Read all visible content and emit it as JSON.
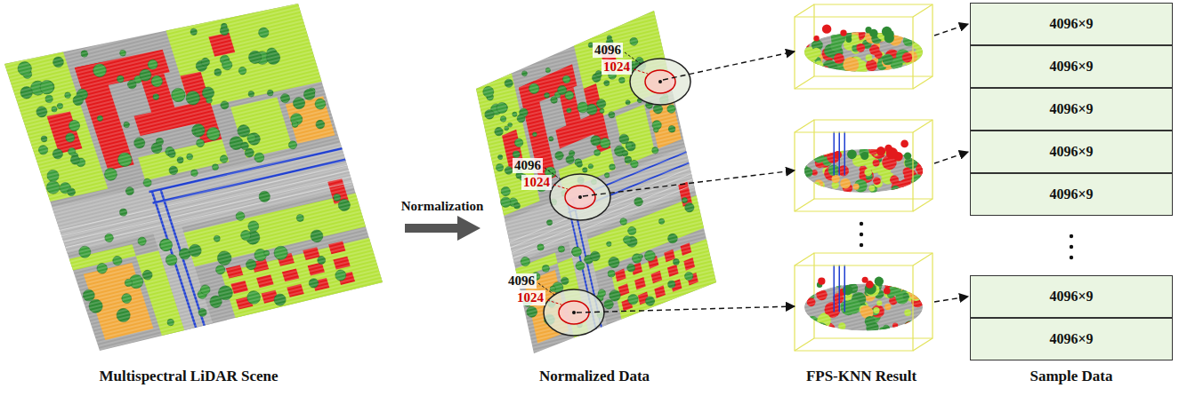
{
  "diagram": {
    "nodes": [
      {
        "text": [
          "4096×9"
        ]
      },
      {
        "text": [
          "4096×9"
        ]
      },
      {
        "text": [
          "4096×9"
        ]
      },
      {
        "text": [
          "4096×9"
        ]
      },
      {
        "text": [
          "4096×9"
        ]
      },
      {
        "text": [
          "4096×9"
        ]
      },
      {
        "text": [
          "4096×9"
        ]
      }
    ],
    "labels": [
      "Normalization",
      "4096",
      "1024",
      "4096",
      "1024",
      "4096",
      "1024",
      "Multispectral LiDAR Scene",
      "Normalized Data",
      "FPS-KNN Result",
      "Sample Data"
    ]
  }
}
